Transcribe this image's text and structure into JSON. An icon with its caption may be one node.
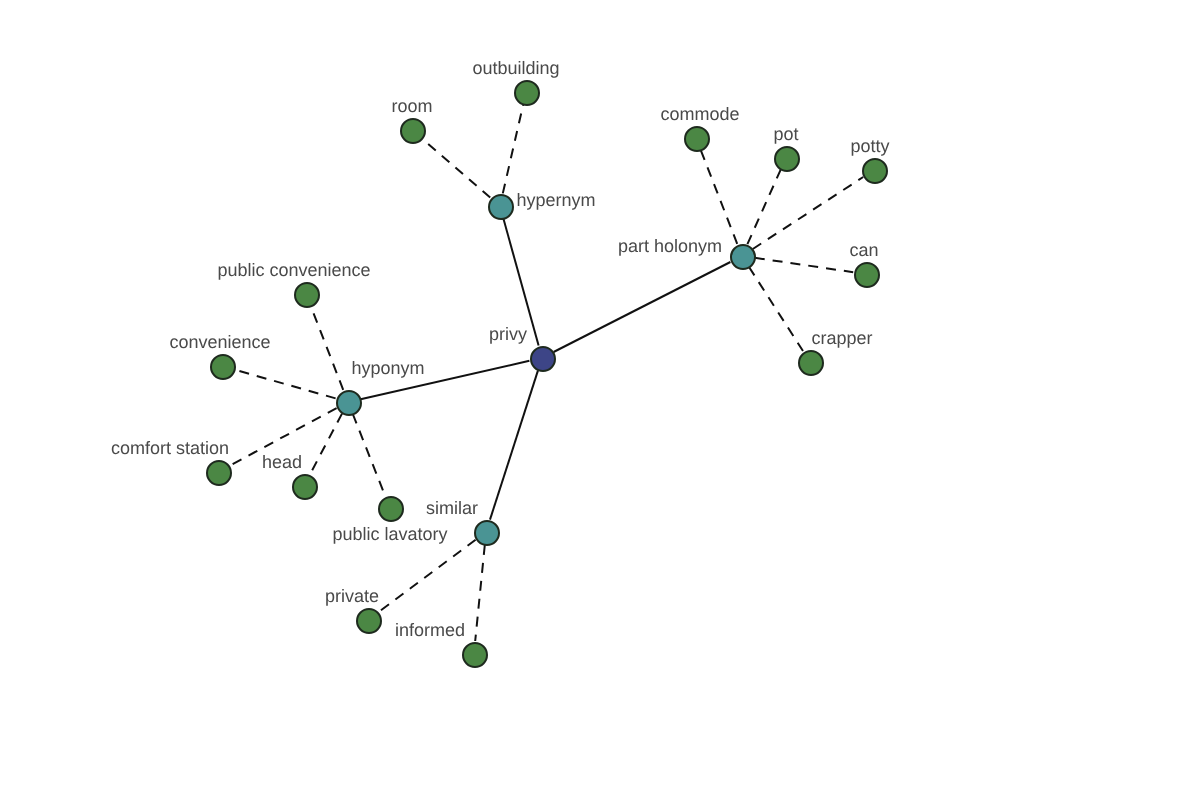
{
  "diagram": {
    "nodes": [
      {
        "text": [
          "outbuilding"
        ]
      },
      {
        "text": [
          "room"
        ]
      },
      {
        "text": [
          "commode"
        ]
      },
      {
        "text": [
          "pot"
        ]
      },
      {
        "text": [
          "potty"
        ]
      },
      {
        "text": [
          "hypernym"
        ]
      },
      {
        "text": [
          "part holonym"
        ]
      },
      {
        "text": [
          "can"
        ]
      },
      {
        "text": [
          "public convenience"
        ]
      },
      {
        "text": [
          "privy"
        ]
      },
      {
        "text": [
          "crapper"
        ]
      },
      {
        "text": [
          "convenience"
        ]
      },
      {
        "text": [
          "hyponym"
        ]
      },
      {
        "text": [
          "comfort station"
        ]
      },
      {
        "text": [
          "head"
        ]
      },
      {
        "text": [
          "public lavatory"
        ]
      },
      {
        "text": [
          "similar"
        ]
      },
      {
        "text": [
          "private"
        ]
      },
      {
        "text": [
          "informed"
        ]
      }
    ],
    "edges": [
      {
        "from": 9,
        "to": 5,
        "arrow": "none"
      },
      {
        "from": 9,
        "to": 6,
        "arrow": "none"
      },
      {
        "from": 9,
        "to": 12,
        "arrow": "none"
      },
      {
        "from": 9,
        "to": 16,
        "arrow": "none"
      },
      {
        "from": 5,
        "to": 1,
        "arrow": "none",
        "style": "dashed"
      },
      {
        "from": 5,
        "to": 0,
        "arrow": "none",
        "style": "dashed"
      },
      {
        "from": 6,
        "to": 2,
        "arrow": "none",
        "style": "dashed"
      },
      {
        "from": 6,
        "to": 3,
        "arrow": "none",
        "style": "dashed"
      },
      {
        "from": 6,
        "to": 4,
        "arrow": "none",
        "style": "dashed"
      },
      {
        "from": 6,
        "to": 7,
        "arrow": "none",
        "style": "dashed"
      },
      {
        "from": 6,
        "to": 10,
        "arrow": "none",
        "style": "dashed"
      },
      {
        "from": 12,
        "to": 8,
        "arrow": "none",
        "style": "dashed"
      },
      {
        "from": 12,
        "to": 11,
        "arrow": "none",
        "style": "dashed"
      },
      {
        "from": 12,
        "to": 13,
        "arrow": "none",
        "style": "dashed"
      },
      {
        "from": 12,
        "to": 14,
        "arrow": "none",
        "style": "dashed"
      },
      {
        "from": 12,
        "to": 15,
        "arrow": "none",
        "style": "dashed"
      },
      {
        "from": 16,
        "to": 17,
        "arrow": "none",
        "style": "dashed"
      },
      {
        "from": 16,
        "to": 18,
        "arrow": "none",
        "style": "dashed"
      }
    ]
  }
}
